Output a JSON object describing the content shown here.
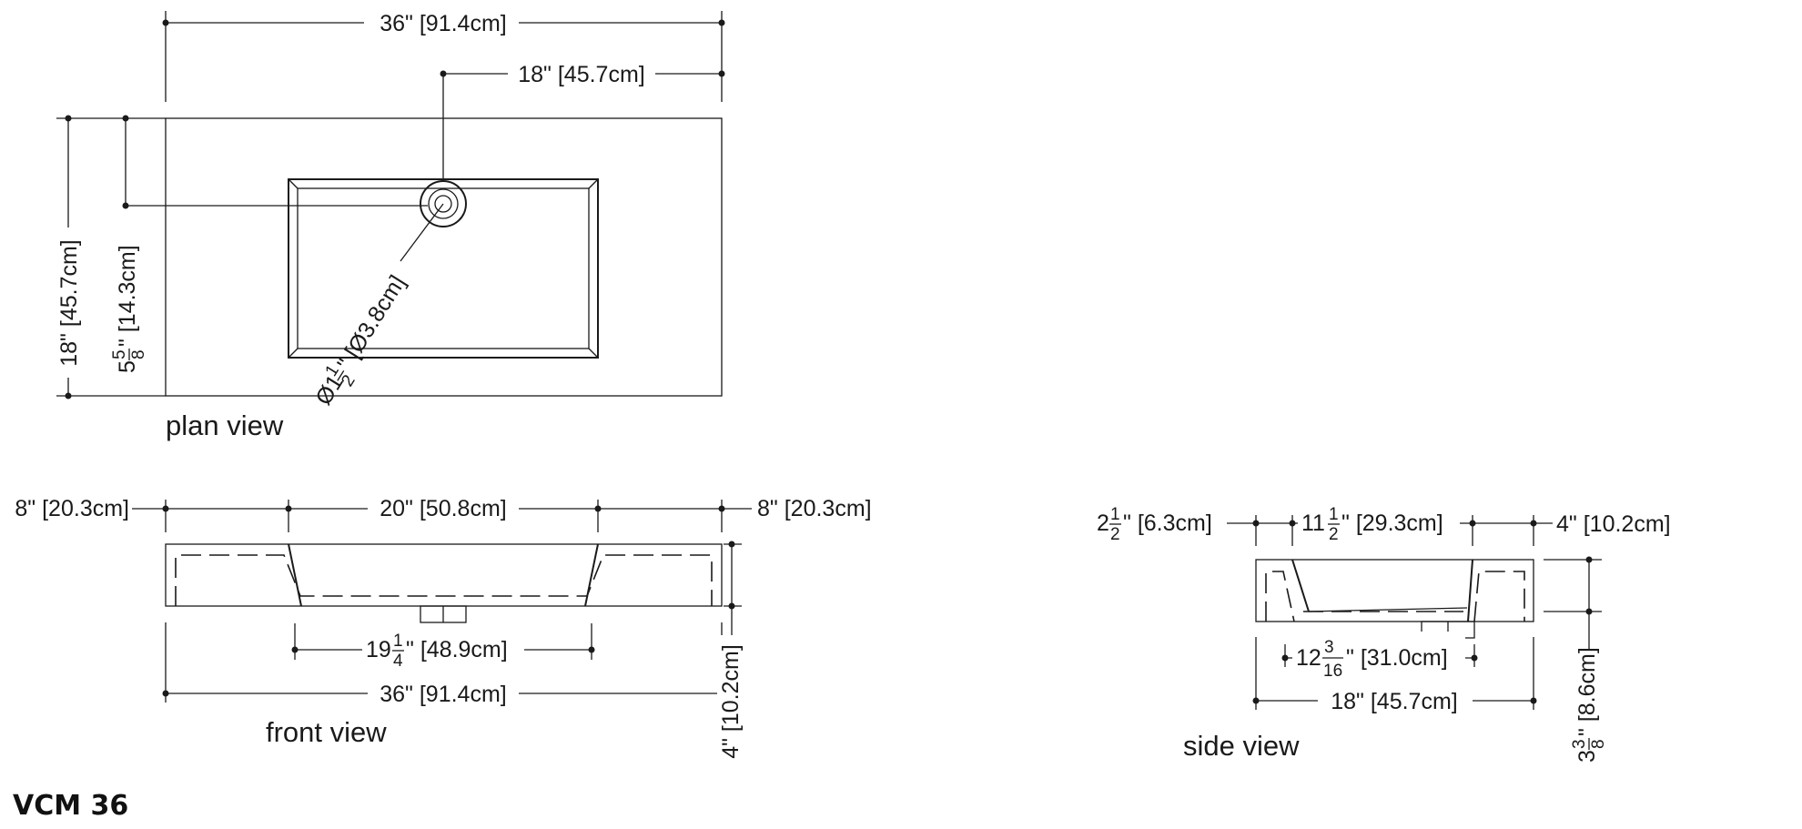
{
  "drawing": {
    "model": "VCM 36",
    "views": {
      "plan": "plan view",
      "front": "front view",
      "side": "side view"
    },
    "plan": {
      "overall_width": "36\" [91.4cm]",
      "drain_offset": "18\" [45.7cm]",
      "depth": "18\" [45.7cm]",
      "drain_from_back": {
        "whole": "5",
        "num": "5",
        "den": "8",
        "rest": "\" [14.3cm]"
      },
      "drain_dia": {
        "whole": "Ø1",
        "num": "1",
        "den": "2",
        "rest": "\" [Ø3.8cm]"
      }
    },
    "front": {
      "left": "8\" [20.3cm]",
      "center": "20\" [50.8cm]",
      "right": "8\" [20.3cm]",
      "bowl": {
        "whole": "19",
        "num": "1",
        "den": "4",
        "rest": "\" [48.9cm]"
      },
      "overall": "36\" [91.4cm]",
      "height": "4\" [10.2cm]"
    },
    "side": {
      "front": {
        "whole": "2",
        "num": "1",
        "den": "2",
        "rest": "\" [6.3cm]"
      },
      "mid": {
        "whole": "11",
        "num": "1",
        "den": "2",
        "rest": "\" [29.3cm]"
      },
      "back": "4\" [10.2cm]",
      "bowl": {
        "whole": "12",
        "num": "3",
        "den": "16",
        "rest": "\" [31.0cm]"
      },
      "overall": "18\" [45.7cm]",
      "height": {
        "whole": "3",
        "num": "3",
        "den": "8",
        "rest": "\" [8.6cm]"
      }
    }
  }
}
